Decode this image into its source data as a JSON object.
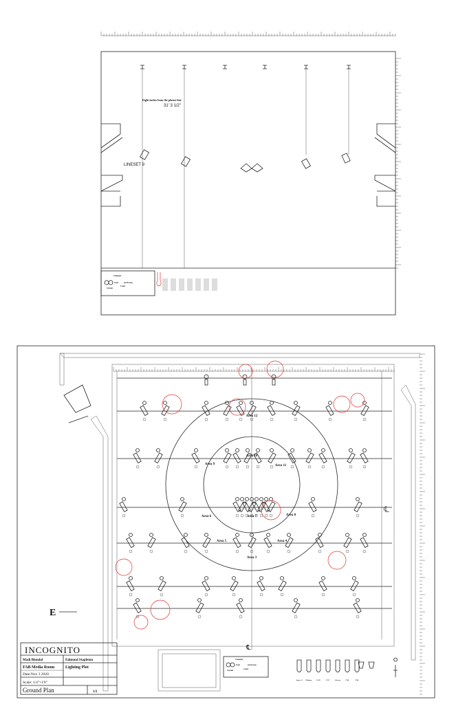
{
  "top_view": {
    "annotation": "Eight inches from the plaster line",
    "dimension": "31' 3 1/2\"",
    "lineset_label": "LINESET 9",
    "legend": {
      "channel": "Channel",
      "unit": "Unit",
      "circuit": "Circuit",
      "color": "Color",
      "gel_focus": "Gel  Focus"
    }
  },
  "bottom_view": {
    "area_labels": [
      "Area 12",
      "Area 10",
      "Area 9",
      "Area 11",
      "Area 6",
      "Area 8",
      "Area 7",
      "Area 5",
      "Area 4",
      "Area 3"
    ],
    "east_marker": "E",
    "centerline_symbol": "℄",
    "legend": {
      "channel": "Channel",
      "unit": "Unit",
      "circuit": "Circuit",
      "color": "Color",
      "gel_focus": "Gel  Focus"
    },
    "fixture_legend": [
      "Source 4",
      "Halogen",
      "LED",
      "ETC",
      "Selecon",
      "PAR",
      "PAR"
    ]
  },
  "title_block": {
    "logo": "INCOGNITO",
    "designer": "Madi Blondal",
    "assistant": "Edmund Stapleton",
    "venue": "FAB Media Room",
    "drawing": "Lighting Plot",
    "date": "Date:Nov 3 2020",
    "scale": "Scale: 1/4\"=1'0\"",
    "sheet_title": "Ground Plan",
    "page": "1/2"
  },
  "colors": {
    "line": "#222222",
    "markup": "#dd3333",
    "hatch": "#666666"
  }
}
